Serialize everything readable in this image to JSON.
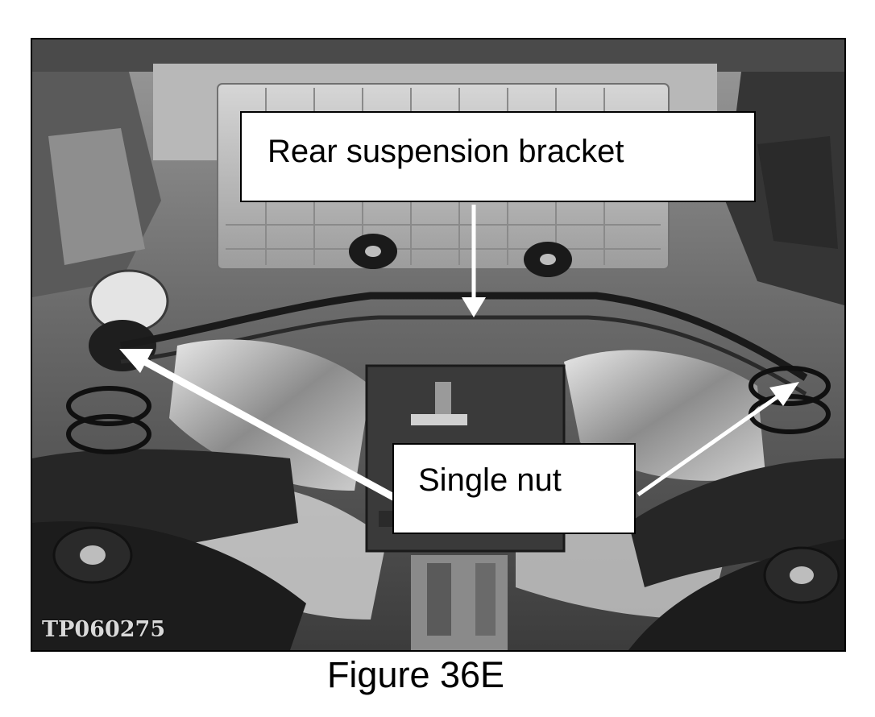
{
  "photo": {
    "subject": "underbody",
    "image_code": "TP060275"
  },
  "callouts": {
    "bracket_label": "Rear suspension bracket",
    "nut_label": "Single nut"
  },
  "caption": "Figure 36E",
  "colors": {
    "arrow": "#ffffff",
    "callout_bg": "#ffffff",
    "callout_border": "#000000",
    "text": "#000000"
  }
}
